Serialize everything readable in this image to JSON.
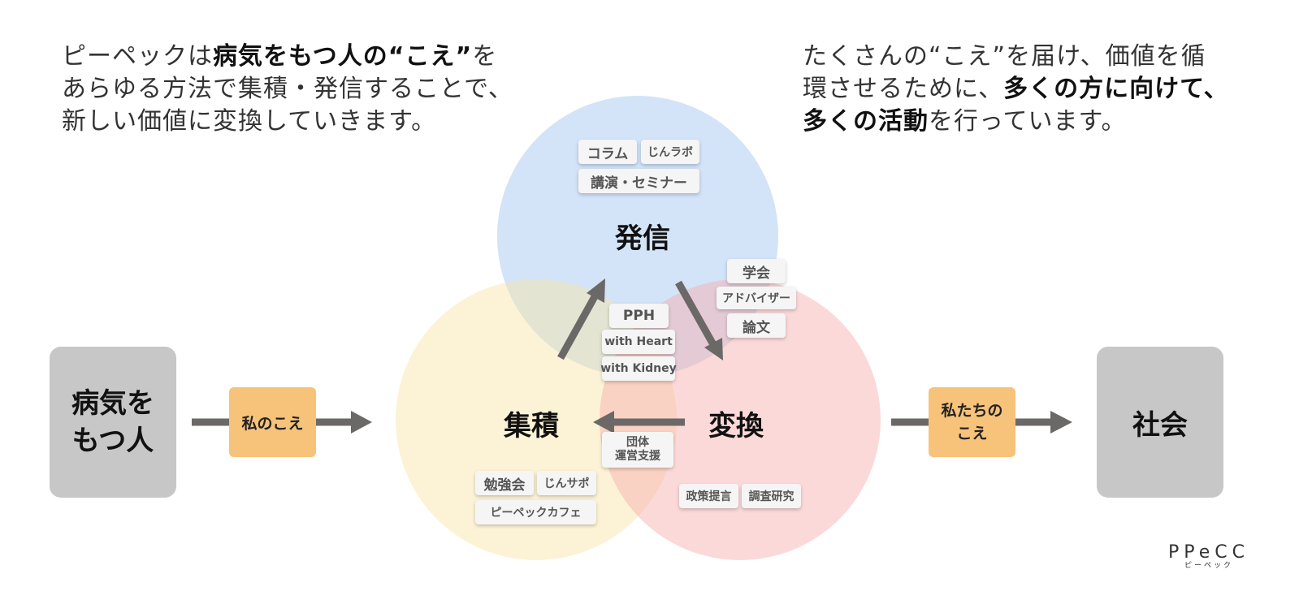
{
  "intro_left": {
    "line1_a": "ピーペックは",
    "line1_b": "病気をもつ人の“こえ”",
    "line1_c": "を",
    "line2": "あらゆる方法で集積・発信することで、",
    "line3": "新しい価値に変換していきます。"
  },
  "intro_right": {
    "line1": "たくさんの“こえ”を届け、価値を循",
    "line2_a": "環させるために、",
    "line2_b": "多くの方に向けて、",
    "line3_a": "多くの活動",
    "line3_b": "を行っています。"
  },
  "patient": {
    "line1": "病気を",
    "line2": "もつ人"
  },
  "my_voice": "私のこえ",
  "our_voice": {
    "line1": "私たちの",
    "line2": "こえ"
  },
  "society": "社会",
  "circles": {
    "send": "発信",
    "accumulate": "集積",
    "convert": "変換"
  },
  "chips": {
    "column": "コラム",
    "jin_labo": "じんラボ",
    "lecture": "講演・セミナー",
    "academic": "学会",
    "adviser": "アドバイザー",
    "paper": "論文",
    "pph": "PPH",
    "with_heart": "with Heart",
    "with_kidney": "with Kidney",
    "org_support_1": "団体",
    "org_support_2": "運営支援",
    "study": "勉強会",
    "jin_sapo": "じんサポ",
    "cafe": "ピーペックカフェ",
    "policy": "政策提言",
    "research": "調査研究"
  },
  "logo": {
    "mark": "PPeCC",
    "kana": "ピーペック"
  },
  "colors": {
    "arrow": "#6b6868",
    "gray_box": "#c7c7c7",
    "orange_box": "#f7c27a",
    "circle_send": "#afccf3",
    "circle_accumulate": "#f9e4a7",
    "circle_convert": "#f9abab"
  }
}
